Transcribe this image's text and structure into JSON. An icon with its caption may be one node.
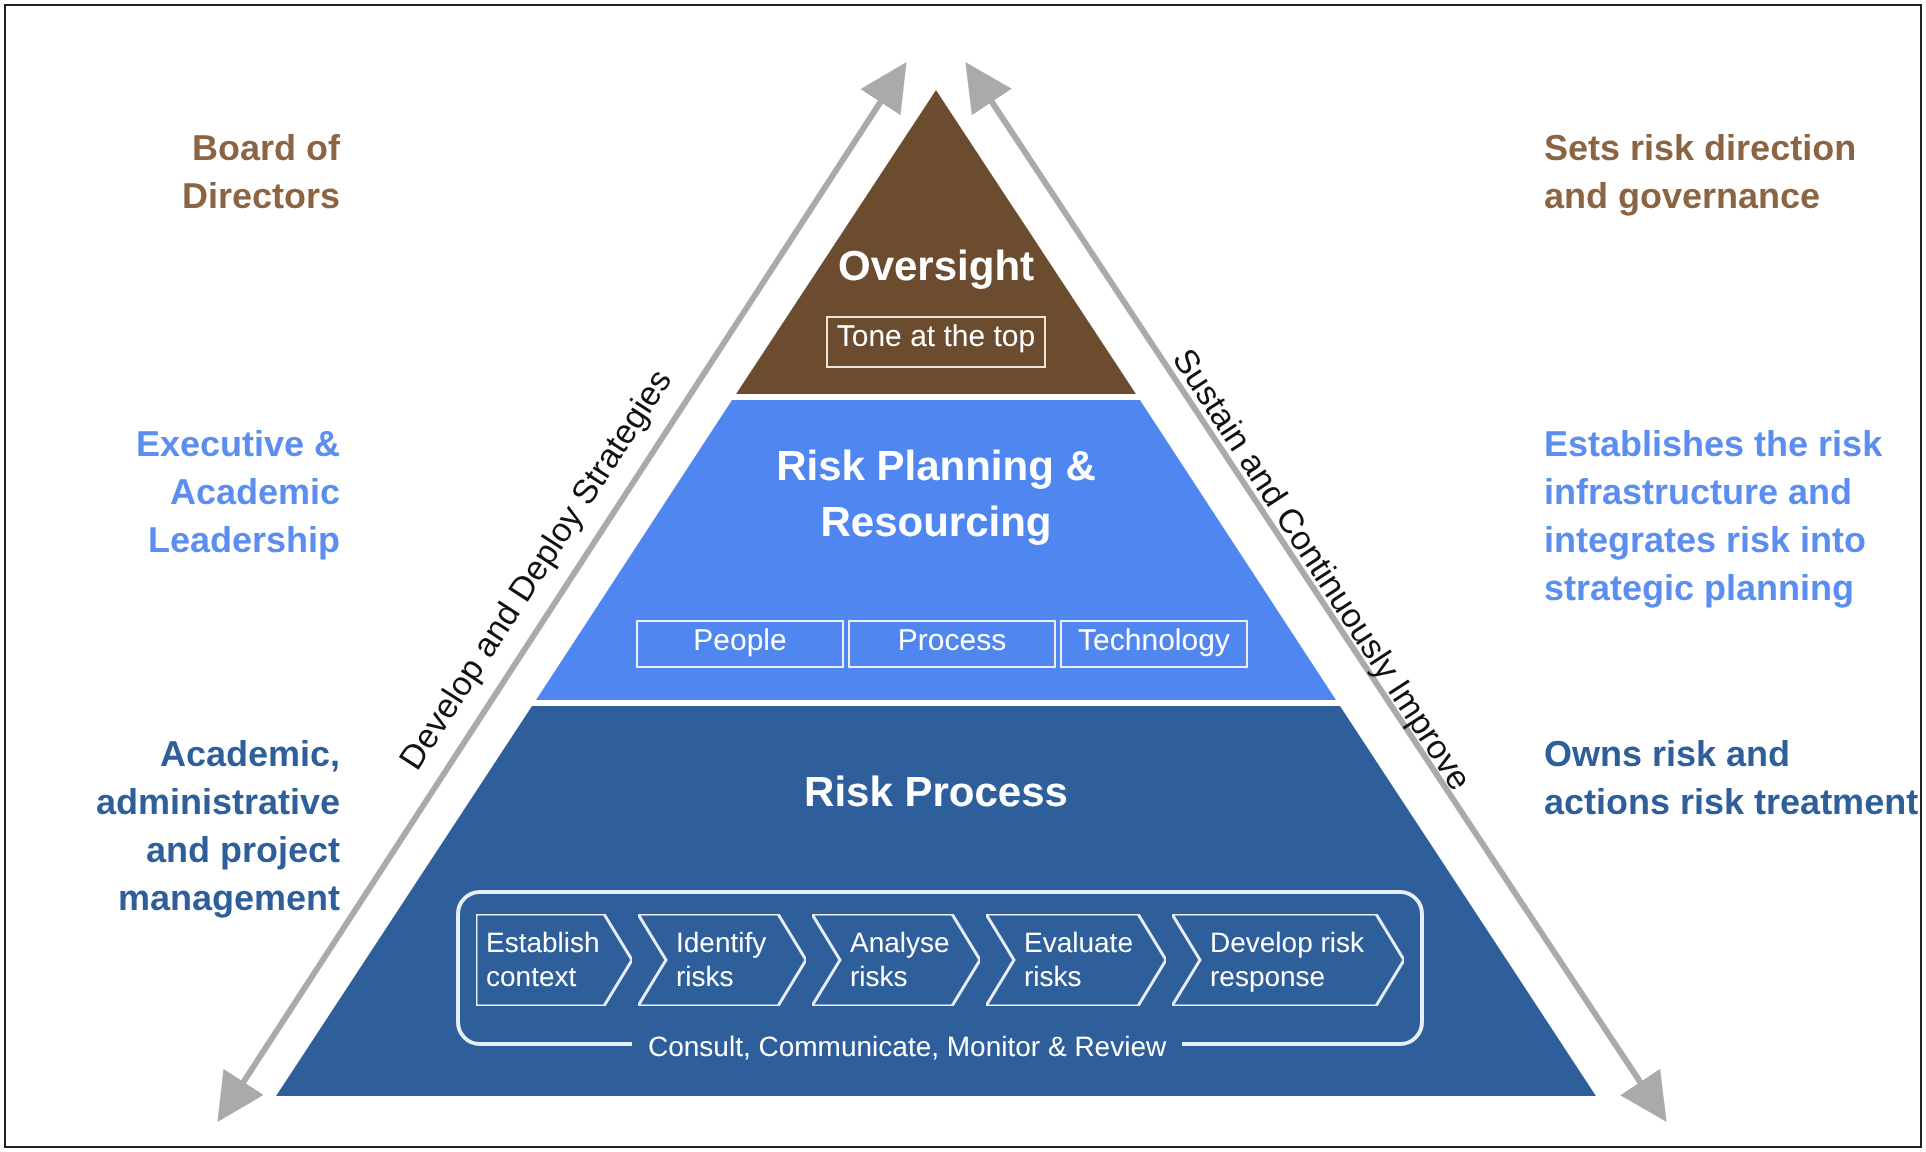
{
  "diagram": {
    "nodes": [
      {
        "text": [
          "Oversight"
        ]
      },
      {
        "text": [
          "Tone at the top"
        ],
        "in": 0
      },
      {
        "text": [
          "Risk Planning & Resourcing"
        ]
      },
      {
        "text": [
          "People"
        ],
        "in": 2
      },
      {
        "text": [
          "Process"
        ],
        "in": 2
      },
      {
        "text": [
          "Technology"
        ],
        "in": 2
      },
      {
        "text": [
          "Risk Process"
        ]
      },
      {
        "text": [
          "Consult, Communicate, Monitor & Review"
        ],
        "in": 6
      },
      {
        "text": [
          "Establish context"
        ],
        "in": 7
      },
      {
        "text": [
          "Identify risks"
        ],
        "in": 7
      },
      {
        "text": [
          "Analyse risks"
        ],
        "in": 7
      },
      {
        "text": [
          "Evaluate risks"
        ],
        "in": 7
      },
      {
        "text": [
          "Develop risk response"
        ],
        "in": 7
      }
    ],
    "labels": [
      "Board of Directors",
      "Sets risk direction and governance",
      "Executive & Academic Leadership",
      "Establishes the risk infrastructure and integrates risk into strategic planning",
      "Develop and Deploy Strategies",
      "Sustain and Continuously Improve",
      "Academic, administrative and project management",
      "Owns risk and actions risk treatment"
    ]
  }
}
